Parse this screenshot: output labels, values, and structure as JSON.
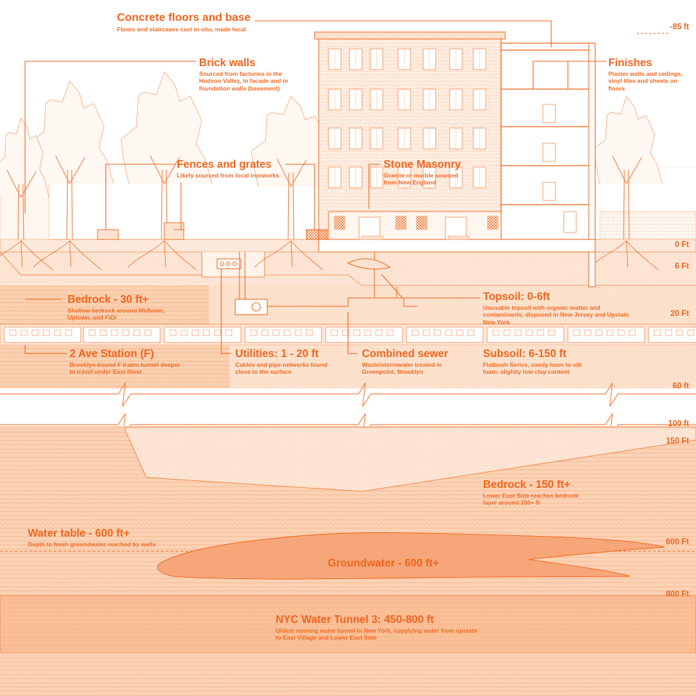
{
  "colors": {
    "accent": "#f0651e",
    "line": "#f38a4f",
    "light": "#f8b48a",
    "soil": "#fbd9c2",
    "soil_dark": "#f9c7a6",
    "rock": "#f9c29d",
    "water": "#f6a679",
    "tunnel": "#f8bd95",
    "background": "#ffffff"
  },
  "labels": {
    "concrete": {
      "title": "Concrete floors and base",
      "desc": "Floors and staircases cast in-situ, made local"
    },
    "brick": {
      "title": "Brick walls",
      "desc": "Sourced from factories in the Hudson Valley, in facade and in foundation walls (basement)"
    },
    "finishes": {
      "title": "Finishes",
      "desc": "Plaster walls and ceilings, vinyl tiles and sheets on floors"
    },
    "fences": {
      "title": "Fences and grates",
      "desc": "Likely sourced from local ironworks"
    },
    "stone": {
      "title": "Stone Masonry",
      "desc": "Granite or marble sourced from New England"
    },
    "bedrock30": {
      "title": "Bedrock - 30 ft+",
      "desc": "Shallow bedrock around Midtown, Uptown, and FiDi"
    },
    "topsoil": {
      "title": "Topsoil: 0-6ft",
      "desc": "Unusable topsoil with organic matter and contaminants, disposed in New Jersey and Upstate New York"
    },
    "station": {
      "title": "2 Ave Station (F)",
      "desc": "Brooklyn-bound F trains tunnel deeper to travel under East River"
    },
    "utilities": {
      "title": "Utilities: 1 - 20 ft",
      "desc": "Cables and pipe networks found close to the surface"
    },
    "sewer": {
      "title": "Combined sewer",
      "desc": "Waste/stormwater treated in Greenpoint, Brooklyn"
    },
    "subsoil": {
      "title": "Subsoil: 6-150 ft",
      "desc": "Flatbush Series, sandy loam to silt loam, slightly low clay content"
    },
    "bedrock150": {
      "title": "Bedrock - 150 ft+",
      "desc": "Lower East Side reaches bedrock layer around 150+ ft"
    },
    "watertable": {
      "title": "Water table - 600 ft+",
      "desc": "Depth to fresh groundwater reached by wells"
    },
    "groundwater": {
      "title": "Groundwater - 600 ft+"
    },
    "tunnel3": {
      "title": "NYC Water Tunnel 3: 450-800 ft",
      "desc": "Oldest running water tunnel in New York, supplying water from upstate to East Village and Lower East Side"
    }
  },
  "depths": {
    "d_neg85": "-85 ft",
    "d0": "0 Ft",
    "d6": "6 Ft",
    "d20": "20 Ft",
    "d60": "60 ft",
    "d100": "100 ft",
    "d150": "150 Ft",
    "d600": "600 Ft",
    "d800": "800 Ft"
  }
}
